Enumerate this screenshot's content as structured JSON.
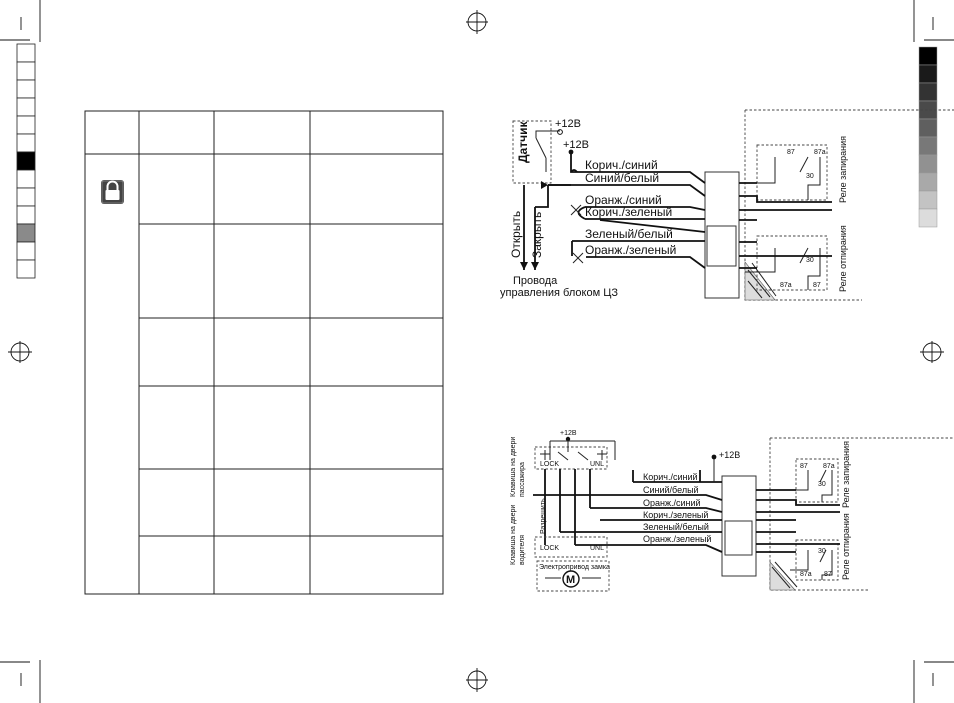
{
  "page": {
    "left_page_table": {
      "rows": 6,
      "lock_icon": "padlock-icon"
    },
    "diagram_top": {
      "sensor_label": "Датчик",
      "supply_1": "+12В",
      "supply_2": "+12В",
      "open_label": "Открыть",
      "close_label": "Закрыть",
      "control_wires_line1": "Провода",
      "control_wires_line2": "управления блоком ЦЗ",
      "wires": [
        "Корич./синий",
        "Синий/белый",
        "Оранж./синий",
        "Корич./зеленый",
        "Зеленый/белый",
        "Оранж./зеленый"
      ],
      "relay_lock": "Реле запирания",
      "relay_unlock": "Реле отпирания",
      "relay_pins": {
        "p87": "87",
        "p87a": "87а",
        "p30": "30"
      }
    },
    "diagram_bottom": {
      "supply_left": "+12В",
      "supply_right": "+12В",
      "passenger_key_line1": "Клавиша на двери",
      "passenger_key_line2": "пассажира",
      "driver_key_line1": "Клавиша на двери",
      "driver_key_line2": "водителя",
      "allow_label": "Разрешить",
      "lock_label": "LOCK",
      "unl_label": "UNL",
      "motor_label": "Электропривод замка",
      "motor_symbol": "M",
      "wires": [
        "Корич./синий",
        "Синий/белый",
        "Оранж./синий",
        "Корич./зеленый",
        "Зеленый/белый",
        "Оранж./зеленый"
      ],
      "relay_lock": "Реле запирания",
      "relay_unlock": "Реле отпирания",
      "relay_pins": {
        "p87": "87",
        "p87a": "87а",
        "p30": "30"
      }
    },
    "colors": {
      "ink": "#111111",
      "gray_bar": [
        "#000000",
        "#1a1a1a",
        "#333333",
        "#4a4a4a",
        "#5f5f5f",
        "#787878",
        "#919191",
        "#a9a9a9",
        "#c3c3c3",
        "#dcdcdc"
      ],
      "left_bar_dark": "#000000",
      "left_bar_mid": "#8a8a8a"
    }
  }
}
